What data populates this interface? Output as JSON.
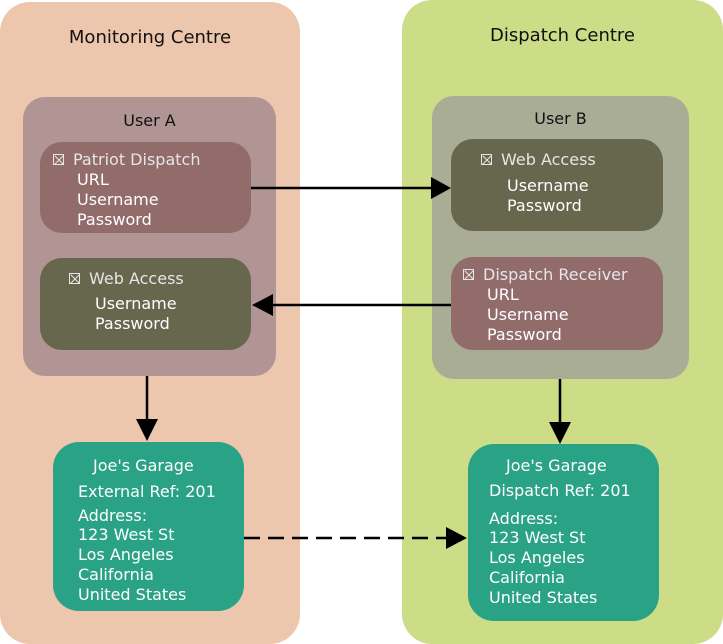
{
  "colors": {
    "monitoring_panel": "#ecc6ad",
    "dispatch_panel": "#ccdc87",
    "user_a_box": "#b19595",
    "user_b_box": "#a9ad96",
    "patriot_box": "#926b6b",
    "web_access_box": "#66674d",
    "site_box": "#2aa285",
    "arrow": "#000000"
  },
  "monitoring": {
    "title": "Monitoring Centre",
    "user": {
      "title": "User A",
      "patriot": {
        "icon": "checkbox-icon",
        "title": "Patriot Dispatch",
        "fields": [
          "URL",
          "Username",
          "Password"
        ]
      },
      "web_access": {
        "icon": "checkbox-icon",
        "title": "Web Access",
        "fields": [
          "Username",
          "Password"
        ]
      }
    },
    "site": {
      "title": "Joe's Garage",
      "ref": "External Ref: 201",
      "address_label": "Address:",
      "address": [
        "123 West St",
        "Los Angeles",
        "California",
        "United States"
      ]
    }
  },
  "dispatch": {
    "title": "Dispatch Centre",
    "user": {
      "title": "User B",
      "web_access": {
        "icon": "checkbox-icon",
        "title": "Web Access",
        "fields": [
          "Username",
          "Password"
        ]
      },
      "receiver": {
        "icon": "checkbox-icon",
        "title": "Dispatch Receiver",
        "fields": [
          "URL",
          "Username",
          "Password"
        ]
      }
    },
    "site": {
      "title": "Joe's Garage",
      "ref": "Dispatch Ref: 201",
      "address_label": "Address:",
      "address": [
        "123 West St",
        "Los Angeles",
        "California",
        "United States"
      ]
    }
  }
}
